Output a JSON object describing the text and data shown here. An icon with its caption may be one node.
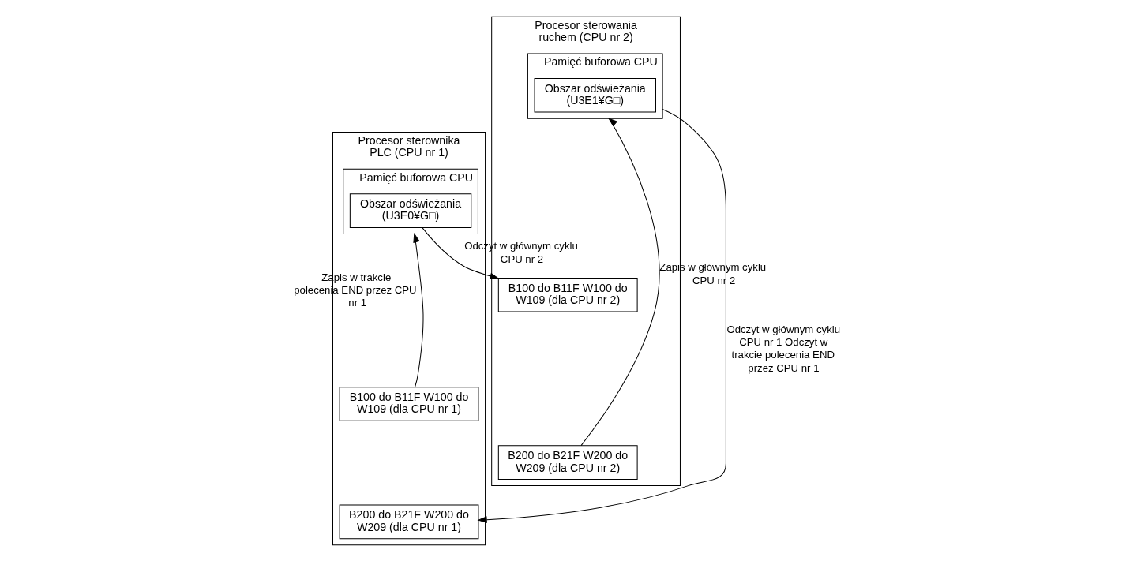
{
  "diagram": {
    "nodes": [
      {
        "text": [
          "Procesor sterownika PLC (CPU nr 1)"
        ]
      },
      {
        "text": [
          "Pamięć buforowa CPU"
        ],
        "in": 0
      },
      {
        "text": [
          "Obszar odświeżania",
          "(U3E0¥G□)"
        ],
        "in": 1
      },
      {
        "text": [
          "B100 do B11F W100 do W109 (dla CPU nr 1)"
        ],
        "in": 0
      },
      {
        "text": [
          "B200 do B21F W200 do W209 (dla CPU nr 1)"
        ],
        "in": 0
      },
      {
        "text": [
          "Procesor sterowania ruchem (CPU nr 2)"
        ]
      },
      {
        "text": [
          "Pamięć buforowa CPU"
        ],
        "in": 5
      },
      {
        "text": [
          "Obszar odświeżania",
          "(U3E1¥G□)"
        ],
        "in": 6
      },
      {
        "text": [
          "B100 do B11F W100 do W109 (dla CPU nr 2)"
        ],
        "in": 5
      },
      {
        "text": [
          "B200 do B21F W200 do W209 (dla CPU nr 2)"
        ],
        "in": 5
      }
    ],
    "edges": [
      {
        "from": 3,
        "to": 1,
        "arrow": "to",
        "label": "Zapis w trakcie polecenia END przez CPU nr 1"
      },
      {
        "from": 2,
        "to": 8,
        "arrow": "to",
        "label": "Odczyt w głównym cyklu CPU nr 2"
      },
      {
        "from": 6,
        "to": 4,
        "arrow": "to",
        "label": "Odczyt w głównym cyklu CPU nr 1 Odczyt w trakcie polecenia END przez CPU nr 1"
      },
      {
        "from": 9,
        "to": 6,
        "arrow": "to",
        "label": "Zapis w głównym cyklu CPU nr 2"
      }
    ]
  }
}
